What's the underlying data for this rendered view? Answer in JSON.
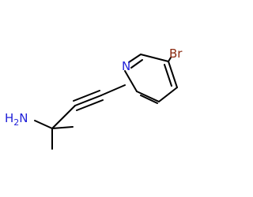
{
  "molecule": {
    "atoms": {
      "nitrogen_ring": "N",
      "bromine": "Br",
      "amine": "H2N"
    },
    "colors": {
      "bond": "#000000",
      "nitrogen": "#1f1fd8",
      "bromine": "#8b2a10"
    }
  }
}
